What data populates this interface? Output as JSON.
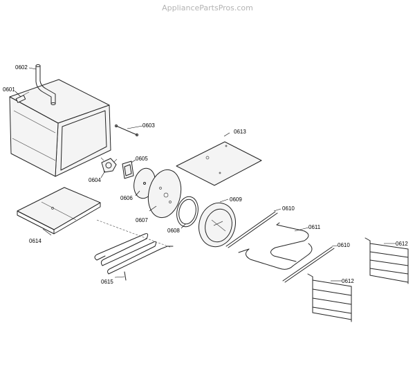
{
  "watermark": "AppliancePartsPros.com",
  "labels": {
    "p0601": "0601",
    "p0602": "0602",
    "p0603": "0603",
    "p0604": "0604",
    "p0605": "0605",
    "p0606": "0606",
    "p0607": "0607",
    "p0608": "0608",
    "p0609": "0609",
    "p0610a": "0610",
    "p0610b": "0610",
    "p0611": "0611",
    "p0612a": "0612",
    "p0612b": "0612",
    "p0613": "0613",
    "p0614": "0614",
    "p0615": "0615"
  }
}
